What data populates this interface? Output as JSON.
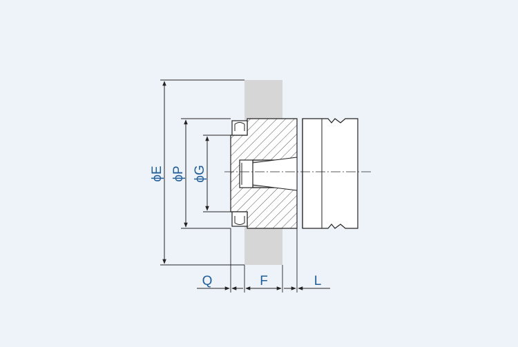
{
  "diagram": {
    "labels": {
      "dia_E": "ϕE",
      "dia_P": "ϕP",
      "dia_G": "ϕG",
      "Q": "Q",
      "F": "F",
      "L": "L"
    },
    "colors": {
      "background": "#eef3f9",
      "line": "#222222",
      "label": "#1f5d99",
      "panel": "#d6d6d6",
      "hatch": "#555555"
    }
  }
}
